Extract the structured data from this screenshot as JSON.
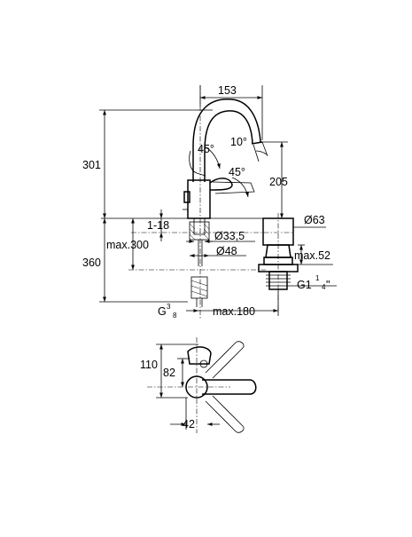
{
  "dims": {
    "d153": "153",
    "d301": "301",
    "d10": "10°",
    "d45a": "45°",
    "d45b": "45°",
    "d205": "205",
    "d1_18": "1-18",
    "d63": "Ø63",
    "d33_5": "Ø33,5",
    "dmax300": "max.300",
    "d48": "Ø48",
    "dmax52": "max.52",
    "d360": "360",
    "g1_main": "G1",
    "g1_num": "1",
    "g1_den": "4",
    "g1_inch": "\"",
    "g38_main": "G",
    "g38_num": "3",
    "g38_den": "8",
    "dmax180": "max.180",
    "d110": "110",
    "d82": "82",
    "d42": "42"
  }
}
